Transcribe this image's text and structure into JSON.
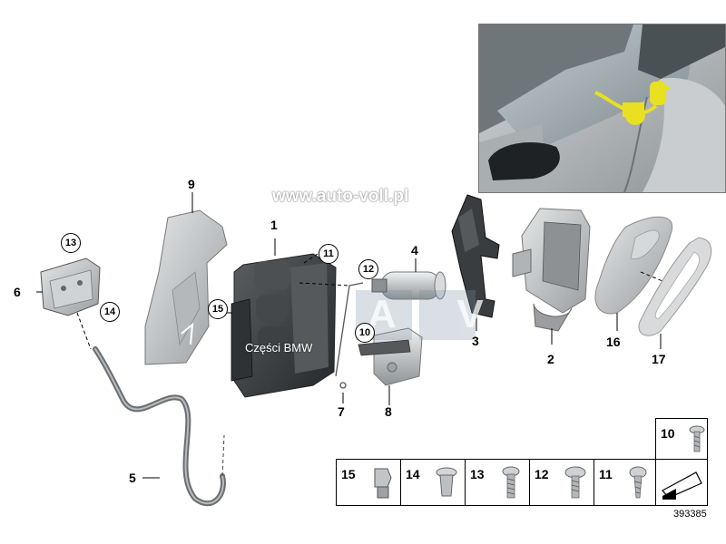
{
  "watermarks": {
    "site": "www.auto-voll.pl",
    "brand": "Części BMW",
    "av_letters": "A V"
  },
  "callouts": [
    {
      "id": "c1",
      "label": "1",
      "circled": false
    },
    {
      "id": "c2",
      "label": "2",
      "circled": false
    },
    {
      "id": "c3",
      "label": "3",
      "circled": false
    },
    {
      "id": "c4",
      "label": "4",
      "circled": false
    },
    {
      "id": "c5",
      "label": "5",
      "circled": false
    },
    {
      "id": "c6",
      "label": "6",
      "circled": false
    },
    {
      "id": "c7",
      "label": "7",
      "circled": false
    },
    {
      "id": "c8",
      "label": "8",
      "circled": false
    },
    {
      "id": "c9",
      "label": "9",
      "circled": false
    },
    {
      "id": "c10",
      "label": "10",
      "circled": true
    },
    {
      "id": "c11",
      "label": "11",
      "circled": true
    },
    {
      "id": "c12",
      "label": "12",
      "circled": true
    },
    {
      "id": "c13",
      "label": "13",
      "circled": true
    },
    {
      "id": "c14",
      "label": "14",
      "circled": true
    },
    {
      "id": "c15",
      "label": "15",
      "circled": true
    },
    {
      "id": "c16",
      "label": "16",
      "circled": false
    },
    {
      "id": "c17",
      "label": "17",
      "circled": false
    }
  ],
  "fastener_table": {
    "top_cell": {
      "label": "10"
    },
    "cells": [
      {
        "label": "15"
      },
      {
        "label": "14"
      },
      {
        "label": "13"
      },
      {
        "label": "12"
      },
      {
        "label": "11"
      }
    ]
  },
  "diagram_number": "393385",
  "colors": {
    "highlight": "#e8e020",
    "car_body": "#b8bcbe",
    "part_dark": "#3a3d40",
    "part_light": "#c8cacc",
    "hose": "#6a6e70"
  }
}
